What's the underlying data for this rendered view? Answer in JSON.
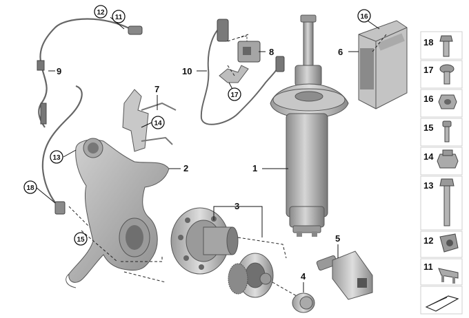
{
  "callouts": {
    "c1": "1",
    "c2": "2",
    "c3": "3",
    "c4": "4",
    "c5": "5",
    "c6": "6",
    "c7": "7",
    "c8": "8",
    "c9": "9",
    "c10": "10",
    "circled_11": "11",
    "circled_12": "12",
    "circled_13": "13",
    "circled_14": "14",
    "circled_15": "15",
    "circled_16": "16",
    "circled_17": "17",
    "circled_18": "18"
  },
  "legend": [
    {
      "number": "18",
      "icon": "flange-bolt-icon"
    },
    {
      "number": "17",
      "icon": "round-head-screw-icon"
    },
    {
      "number": "16",
      "icon": "flange-nut-icon"
    },
    {
      "number": "15",
      "icon": "short-bolt-icon"
    },
    {
      "number": "14",
      "icon": "hex-collar-nut-icon"
    },
    {
      "number": "13",
      "icon": "long-bolt-icon"
    },
    {
      "number": "12",
      "icon": "cable-clip-icon"
    },
    {
      "number": "11",
      "icon": "cable-bracket-icon"
    }
  ],
  "colors": {
    "part_gray": "#b9b9b9",
    "part_dark": "#7d7d7d",
    "outline": "#555555",
    "legend_border": "#cfcfcf"
  }
}
